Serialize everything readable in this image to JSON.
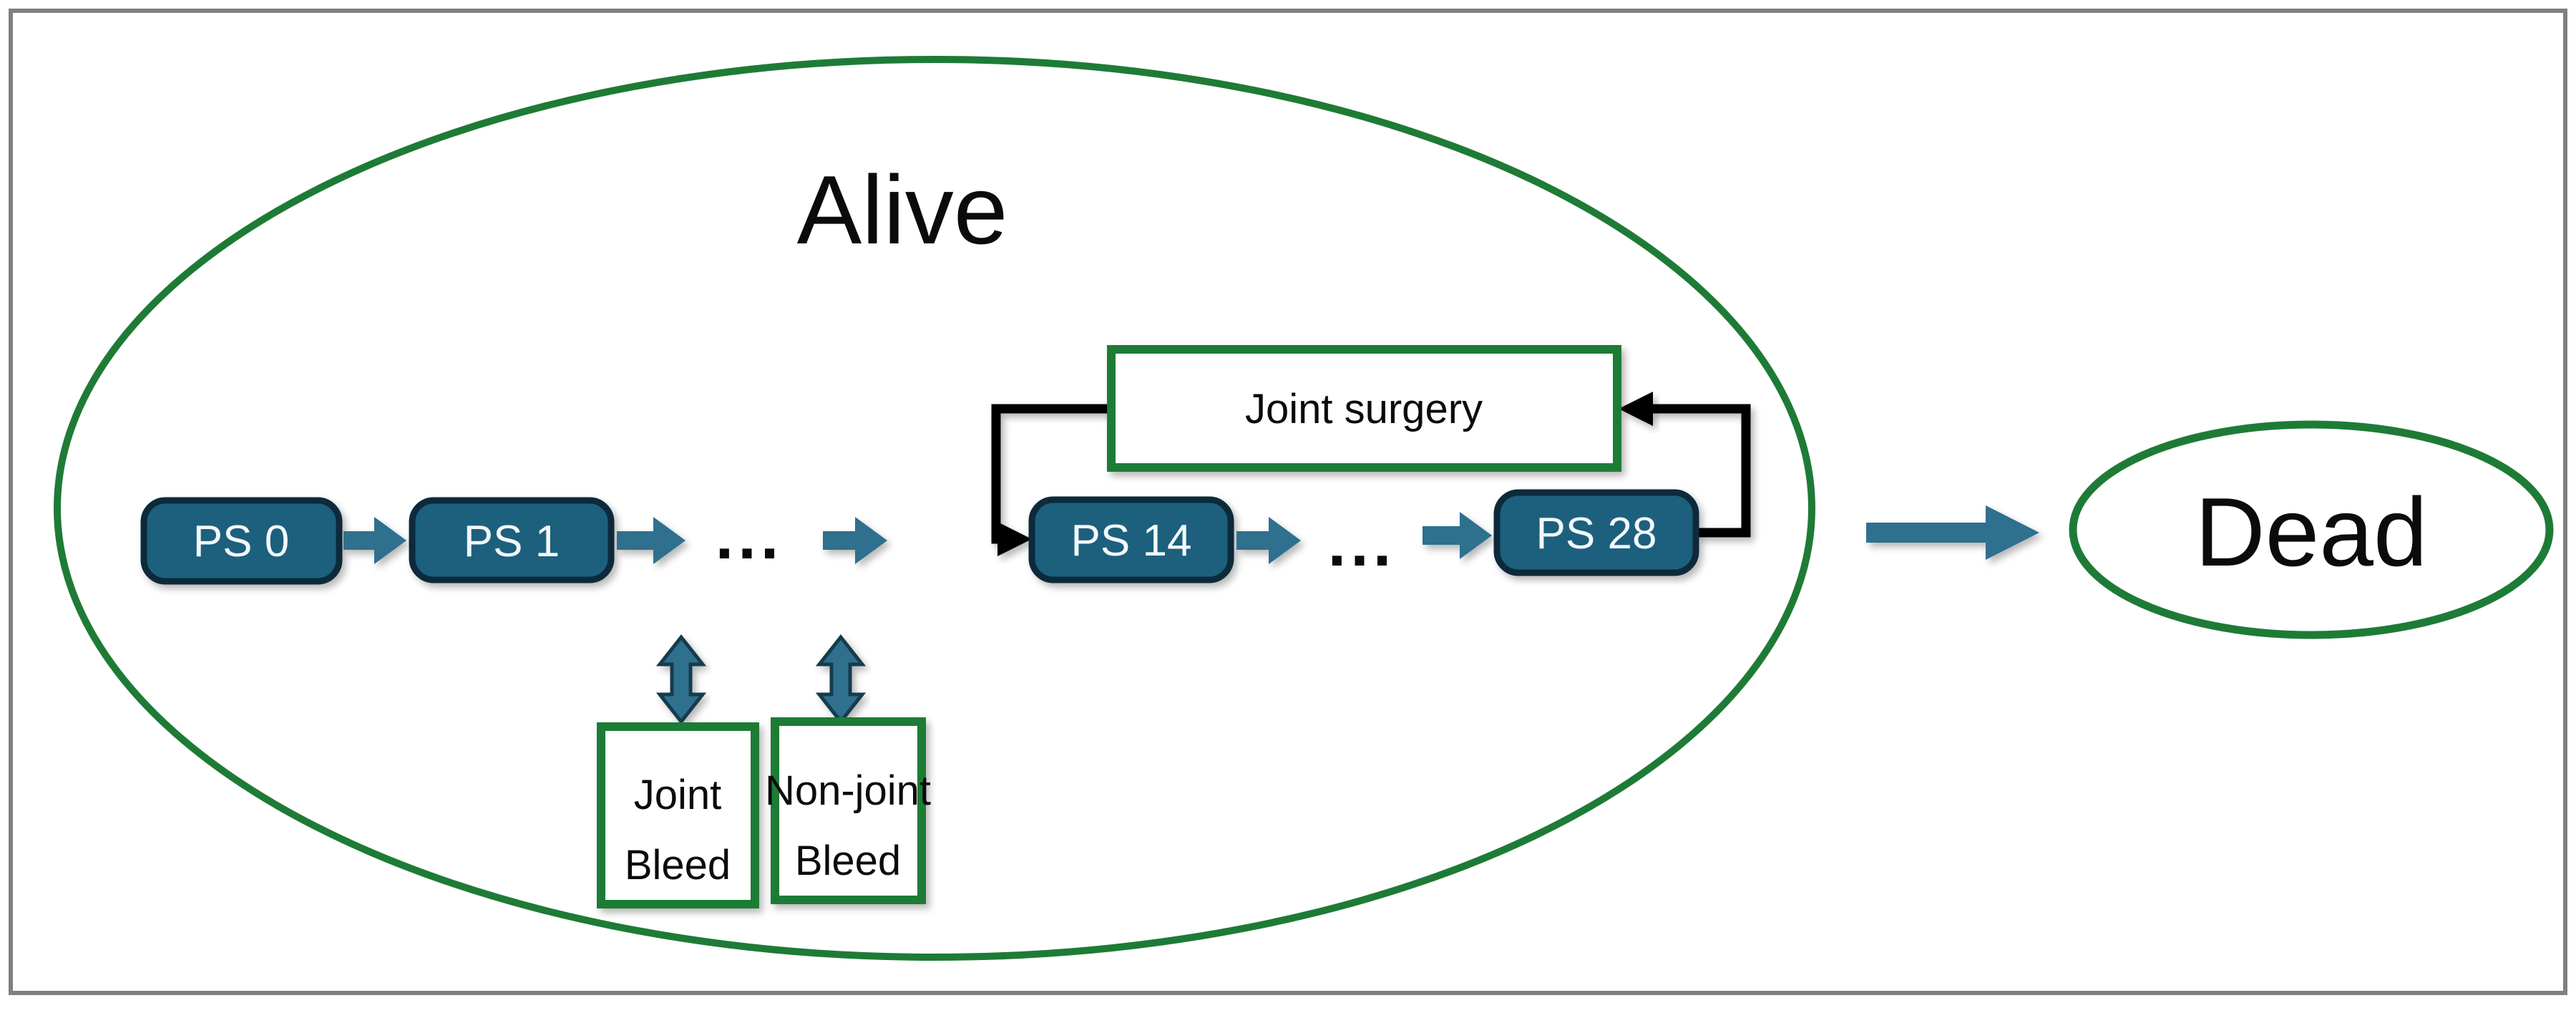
{
  "diagram": {
    "alive": {
      "label": "Alive"
    },
    "dead": {
      "label": "Dead"
    },
    "states": [
      {
        "label": "PS 0"
      },
      {
        "label": "PS 1"
      },
      {
        "label": "PS 14"
      },
      {
        "label": "PS 28"
      }
    ],
    "ellipsis_left": "...",
    "ellipsis_right": "...",
    "joint_surgery": {
      "label": "Joint surgery"
    },
    "joint_bleed": {
      "line1": "Joint",
      "line2": "Bleed"
    },
    "non_joint_bleed": {
      "line1": "Non-joint",
      "line2": "Bleed"
    },
    "colors": {
      "green": "#1E7B36",
      "teal_fill": "#1E617E",
      "teal_arrow": "#2D6F8E",
      "arrow_outline": "#163A4D",
      "box_border": "#0F2B3B",
      "frame_gray": "#808080",
      "connector_black": "#000000",
      "text_black": "#0B0B0B",
      "text_white": "#F4F8FA"
    }
  }
}
